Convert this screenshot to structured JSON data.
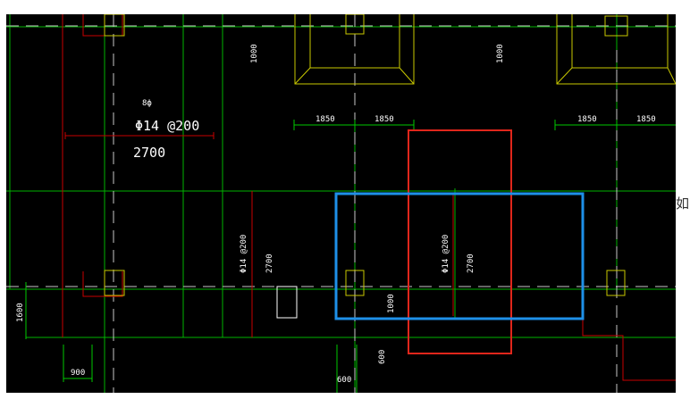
{
  "drawing": {
    "labels": {
      "rebar_mark": "Φ14 @200",
      "span_2700": "2700",
      "small_mark": "8ф",
      "dim_1000": "1000",
      "dim_1850": "1850",
      "dim_1600": "1600",
      "dim_900": "900",
      "dim_600": "600",
      "vert_rebar": "Φ14 @200",
      "vert_2700": "2700"
    },
    "colors": {
      "background": "#000000",
      "grid_green": "#00c800",
      "member_red": "#c80000",
      "column_yellow": "#c8c800",
      "highlight_red": "#e0261b",
      "highlight_blue": "#1e90e8",
      "text_white": "#ffffff"
    }
  },
  "side_note": {
    "text": "如"
  }
}
